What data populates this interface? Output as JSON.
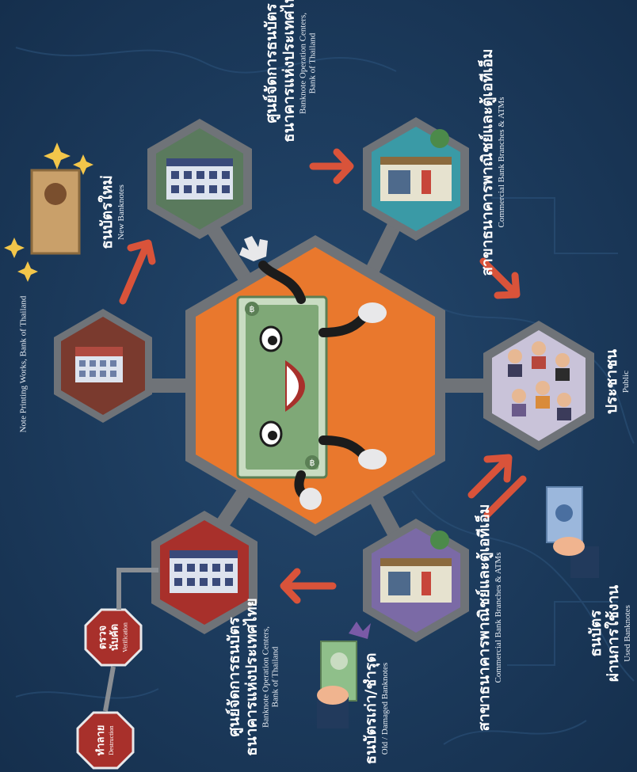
{
  "nodes": {
    "printing_works": {
      "en": "Note Printing Works, Bank of Thailand"
    },
    "new_banknotes": {
      "th": "ธนบัตรใหม่",
      "en": "New Banknotes"
    },
    "operation_top": {
      "th1": "ศูนย์จัดการธนบัตร",
      "th2": "ธนาคารแห่งประเทศไทย",
      "en1": "Banknote Operation Centers,",
      "en2": "Bank of Thailand"
    },
    "commercial_top": {
      "th": "สาขาธนาคารพาณิชย์และตู้เอทีเอ็ม",
      "en": "Commercial Bank Branches & ATMs"
    },
    "public": {
      "th": "ประชาชน",
      "en": "Public"
    },
    "used_banknotes": {
      "th1": "ธนบัตร",
      "th2": "ผ่านการใช้งาน",
      "en": "Used Banknotes"
    },
    "commercial_bottom": {
      "th": "สาขาธนาคารพาณิชย์และตู้เอทีเอ็ม",
      "en": "Commercial Bank Branches & ATMs"
    },
    "old_damaged": {
      "th": "ธนบัตรเก่า/ชำรุด",
      "en": "Old / Damaged Banknotes"
    },
    "operation_bottom": {
      "th1": "ศูนย์จัดการธนบัตร",
      "th2": "ธนาคารแห่งประเทศไทย",
      "en1": "Banknote Operation Centers,",
      "en2": "Bank of Thailand"
    },
    "verification": {
      "th1": "ตรวจ",
      "th2": "นับคัด",
      "en": "Verification"
    },
    "destruction": {
      "th": "ทำลาย",
      "en": "Destruction"
    }
  },
  "colors": {
    "background": "#1b3a5c",
    "arrow": "#d9533a",
    "center_hex": "#e9782d",
    "banknote": "#7fa877",
    "frame": "#6f7378",
    "sign": "#a8302b"
  }
}
